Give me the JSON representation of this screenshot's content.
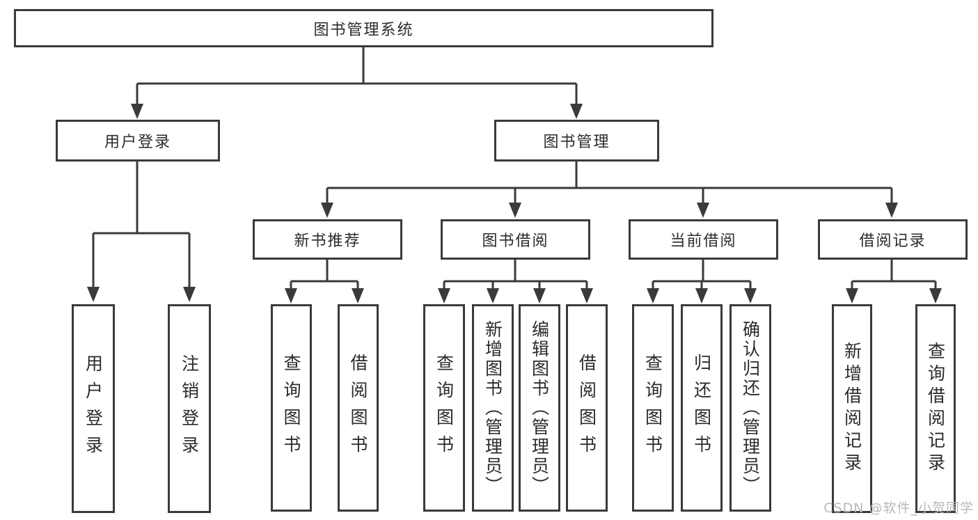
{
  "tree": {
    "label": "图书管理系统",
    "children": [
      {
        "label": "用户登录",
        "children": [
          {
            "label": "用户登录"
          },
          {
            "label": "注销登录"
          }
        ]
      },
      {
        "label": "图书管理",
        "children": [
          {
            "label": "新书推荐",
            "children": [
              {
                "label": "查询图书"
              },
              {
                "label": "借阅图书"
              }
            ]
          },
          {
            "label": "图书借阅",
            "children": [
              {
                "label": "查询图书"
              },
              {
                "label": "新增图书（管理员）"
              },
              {
                "label": "编辑图书（管理员）"
              },
              {
                "label": "借阅图书"
              }
            ]
          },
          {
            "label": "当前借阅",
            "children": [
              {
                "label": "查询图书"
              },
              {
                "label": "归还图书"
              },
              {
                "label": "确认归还（管理员）"
              }
            ]
          },
          {
            "label": "借阅记录",
            "children": [
              {
                "label": "新增借阅记录"
              },
              {
                "label": "查询借阅记录"
              }
            ]
          }
        ]
      }
    ]
  },
  "watermark": "CSDN @软件_小贺同学",
  "colors": {
    "line": "#3a3a3a",
    "text": "#2b2b2b",
    "watermark": "#b9b9b9",
    "background": "#ffffff"
  }
}
